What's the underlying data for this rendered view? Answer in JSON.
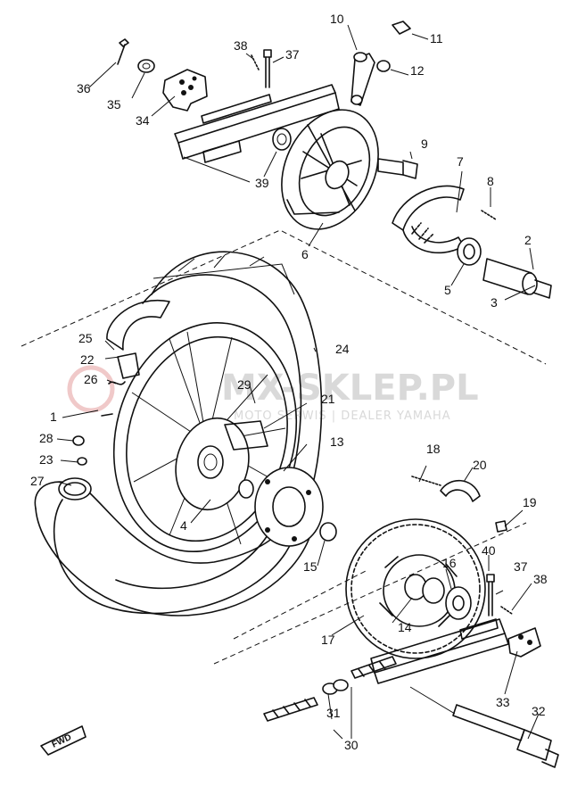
{
  "watermark": {
    "title": "MX-SKLEP.PL",
    "subtitle": "MOTO SERWIS | DEALER YAMAHA"
  },
  "direction_label": "FWD",
  "callouts": [
    "1",
    "2",
    "3",
    "4",
    "5",
    "6",
    "7",
    "8",
    "9",
    "10",
    "11",
    "12",
    "13",
    "14",
    "15",
    "16",
    "17",
    "18",
    "19",
    "20",
    "21",
    "22",
    "23",
    "24",
    "25",
    "26",
    "27",
    "28",
    "29",
    "30",
    "31",
    "32",
    "33",
    "34",
    "35",
    "36",
    "37",
    "38",
    "39",
    "40",
    "37",
    "38"
  ]
}
